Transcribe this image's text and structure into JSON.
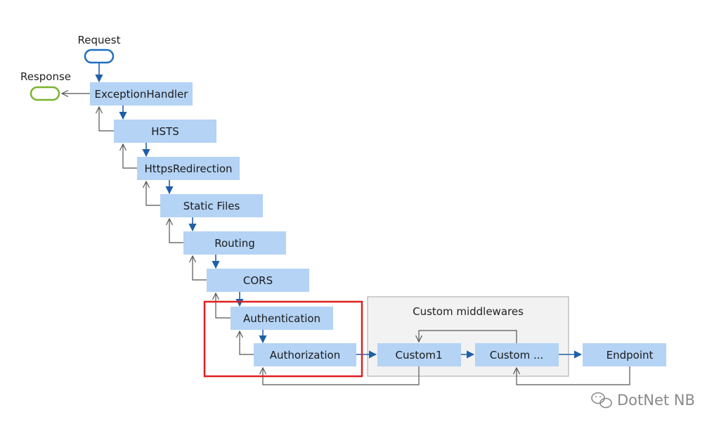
{
  "diagram": {
    "request_label": "Request",
    "response_label": "Response",
    "group_title": "Custom middlewares",
    "pipeline": [
      "ExceptionHandler",
      "HSTS",
      "HttpsRedirection",
      "Static Files",
      "Routing",
      "CORS",
      "Authentication",
      "Authorization"
    ],
    "custom": [
      "Custom1",
      "Custom ..."
    ],
    "endpoint": "Endpoint",
    "highlighted": [
      "Authentication",
      "Authorization"
    ]
  },
  "watermark": {
    "text": "DotNet NB"
  },
  "colors": {
    "node_fill": "#b4d3f5",
    "down_arrow": "#1f5fa8",
    "return_line": "#555555",
    "request_pill": "#1f6fc4",
    "response_pill": "#7ab42f",
    "highlight_box": "#e02020",
    "group_fill": "#f2f2f2",
    "group_border": "#a6a6a6"
  }
}
